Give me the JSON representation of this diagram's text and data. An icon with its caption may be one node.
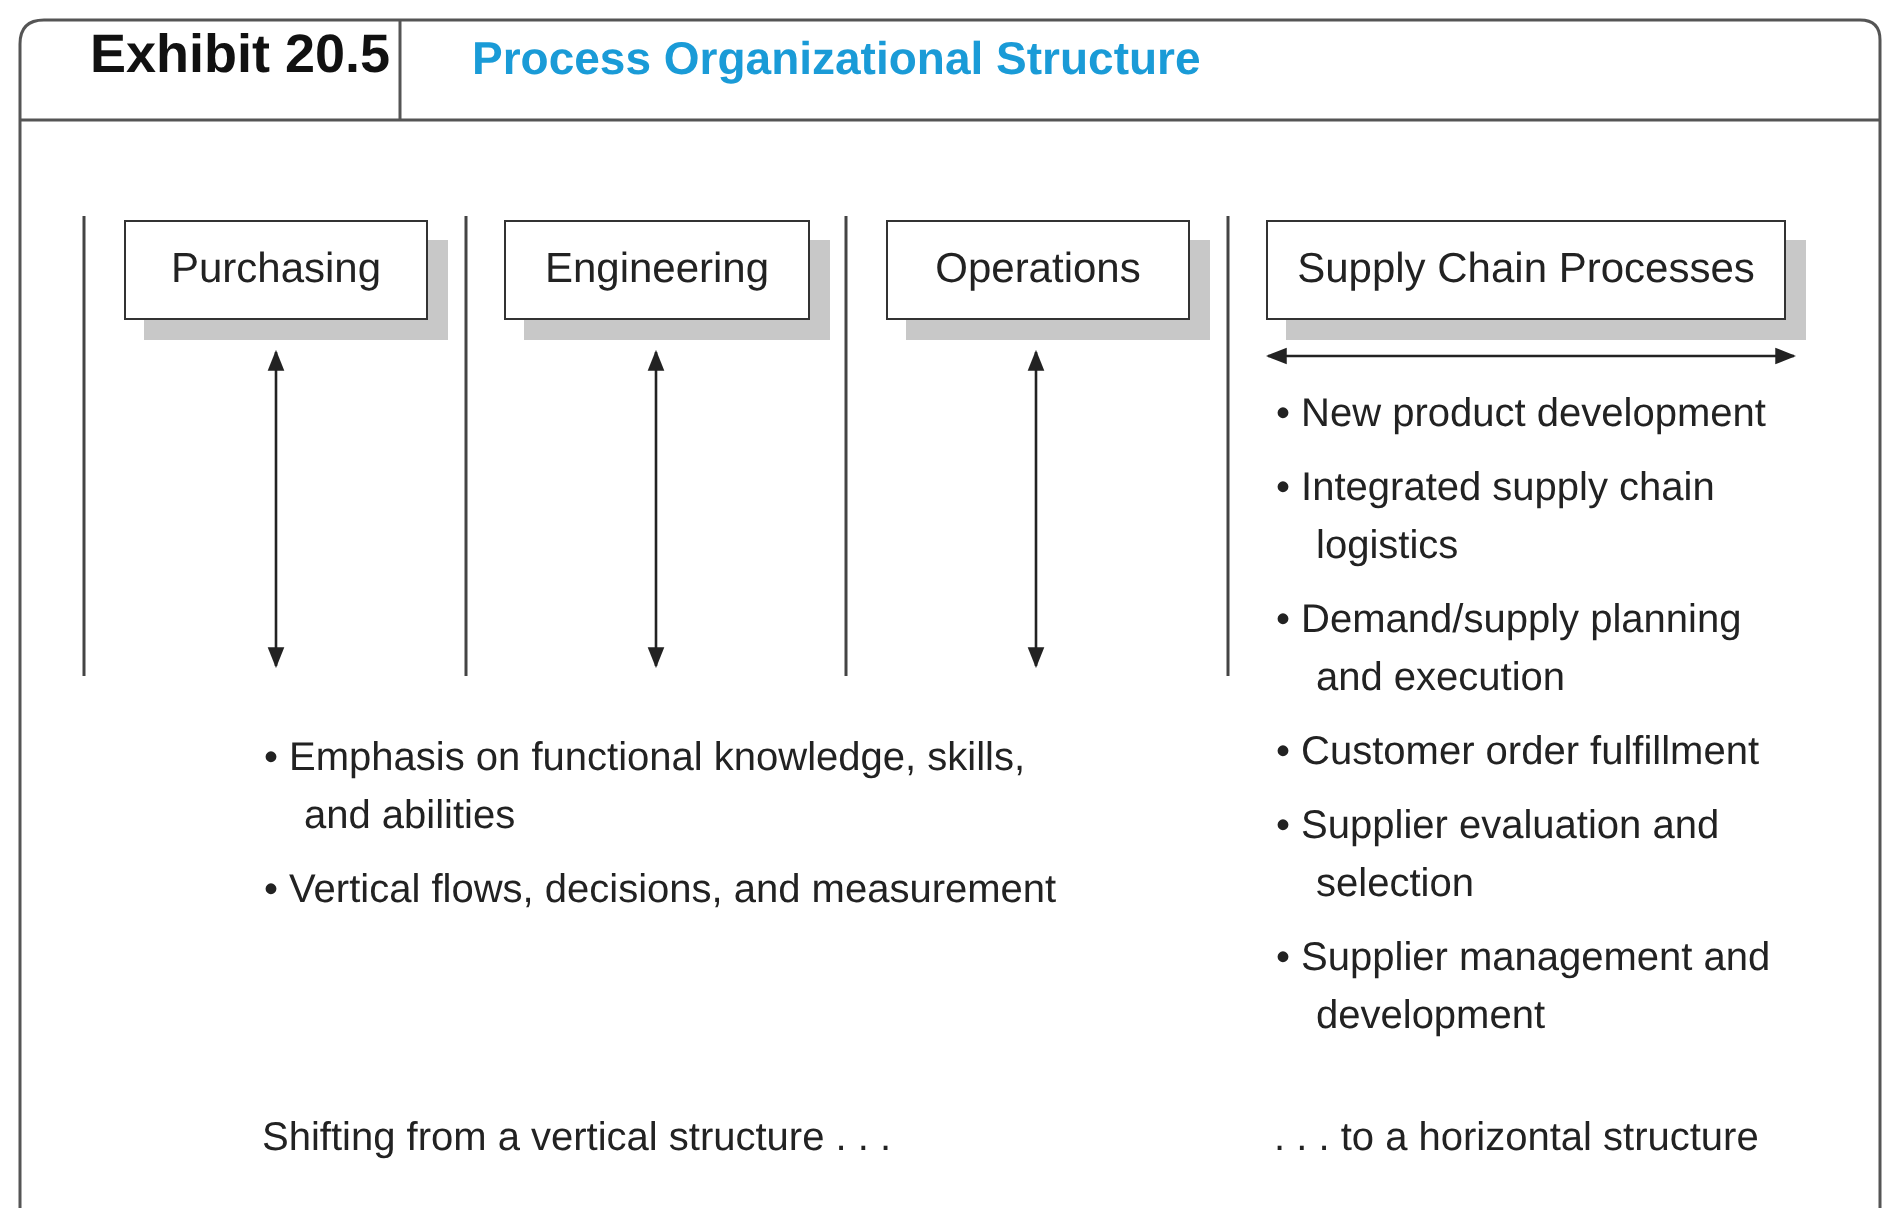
{
  "diagram": {
    "title": "Process Organizational Structure",
    "nodes": [
      {
        "text": [
          "Purchasing"
        ]
      },
      {
        "text": [
          "Engineering"
        ]
      },
      {
        "text": [
          "Operations"
        ]
      },
      {
        "text": [
          "Supply Chain Processes"
        ]
      }
    ],
    "labels": [
      "Exhibit 20.5",
      "• New product development",
      "• Integrated supply chain logistics",
      "• Demand/supply planning and execution",
      "• Customer order fulfillment",
      "• Supplier evaluation and selection",
      "• Supplier management and development",
      "• Emphasis on functional knowledge, skills, and abilities",
      "• Vertical flows, decisions, and measurement",
      "Shifting from a vertical structure . . .",
      ". . . to a horizontal structure"
    ]
  }
}
